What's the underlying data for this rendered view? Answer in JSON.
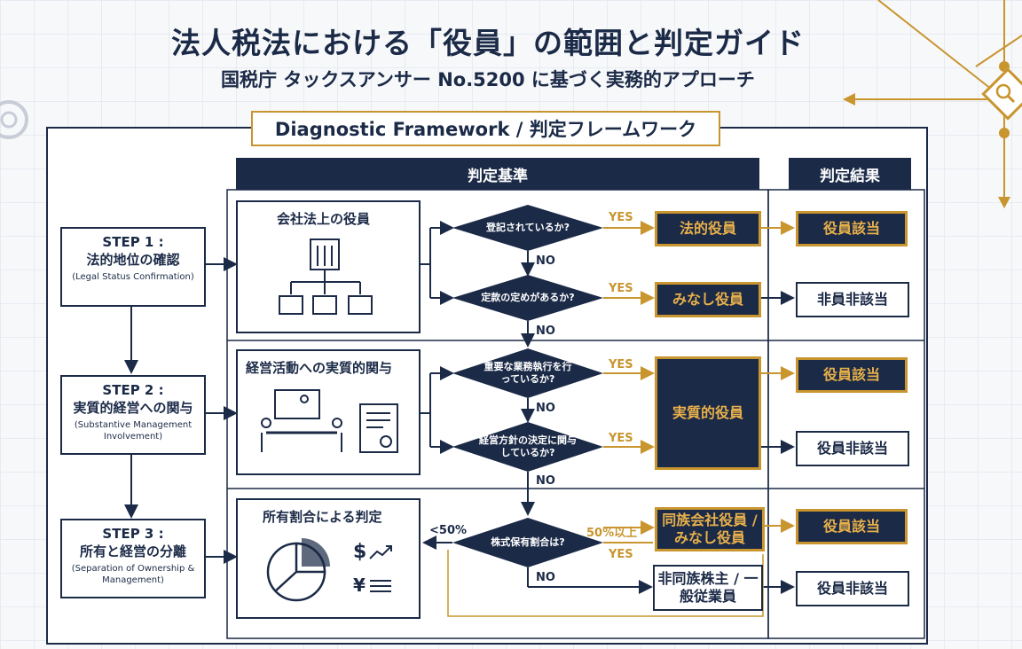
{
  "header": {
    "title": "法人税法における「役員」の範囲と判定ガイド",
    "subtitle": "国税庁 タックスアンサー No.5200 に基づく実務的アプローチ"
  },
  "framework": {
    "title": "Diagnostic Framework / 判定フレームワーク",
    "criteria_header": "判定基準",
    "result_header": "判定結果"
  },
  "steps": [
    {
      "step": "STEP 1 :",
      "title": "法的地位の確認",
      "en": "(Legal Status Confirmation)"
    },
    {
      "step": "STEP 2 :",
      "title": "実質的経営への関与",
      "en": "(Substantive Management Involvement)"
    },
    {
      "step": "STEP 3 :",
      "title": "所有と経営の分離",
      "en": "(Separation of Ownership & Management)"
    }
  ],
  "categories": {
    "legal": "会社法上の役員",
    "activity": "経営活動への実質的関与",
    "ownership": "所有割合による判定"
  },
  "decisions": {
    "registered": "登記されているか?",
    "articles": "定款の定めがあるか?",
    "important_duties": "重要な業務執行を行っているか?",
    "policy": "経営方針の決定に関与しているか?",
    "shareholding": "株式保有割合は?"
  },
  "labels": {
    "yes": "YES",
    "no": "NO",
    "over50": "50%以上",
    "under50": "<50%"
  },
  "outcomes": {
    "legal_officer": "法的役員",
    "deemed_officer": "みなし役員",
    "de_facto_officer": "実質的役員",
    "family_company": "同族会社役員 / みなし役員",
    "non_family": "非同族株主 / 一般従業員"
  },
  "results": {
    "applicable": "役員該当",
    "not_applicable": "役員非該当",
    "not_applicable_alt": "非員非該当"
  },
  "icons": {
    "yen": "¥",
    "dollar": "$"
  },
  "colors": {
    "navy": "#1b2a47",
    "gold": "#c8952e",
    "gold_text": "#e8b04a"
  }
}
